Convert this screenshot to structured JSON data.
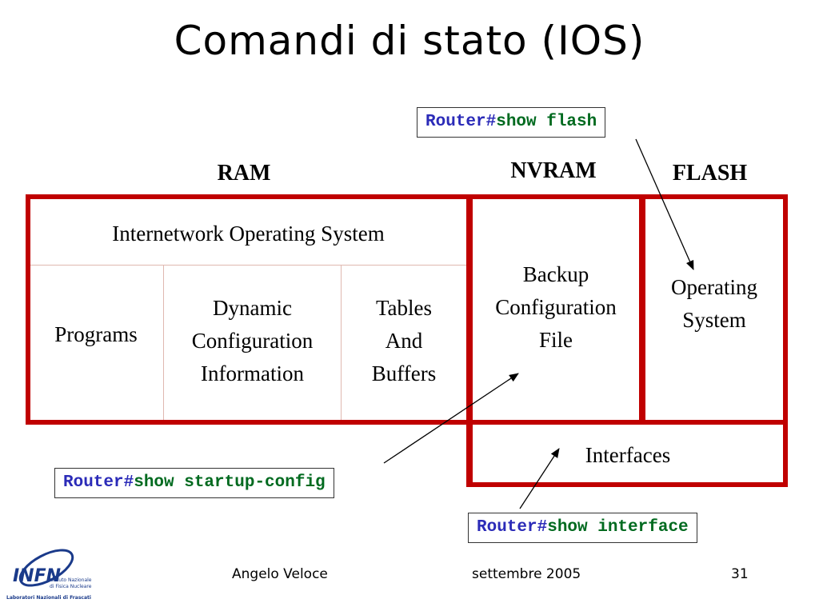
{
  "slide": {
    "title": "Comandi di stato (IOS)",
    "headers": {
      "ram": "RAM",
      "nvram": "NVRAM",
      "flash": "FLASH"
    },
    "ram": {
      "ios": "Internetwork Operating System",
      "programs": "Programs",
      "dynamic": [
        "Dynamic",
        "Configuration",
        "Information"
      ],
      "tables": [
        "Tables",
        "And",
        "Buffers"
      ]
    },
    "nvram": {
      "backup": [
        "Backup",
        "Configuration",
        "File"
      ]
    },
    "flash": {
      "os": [
        "Operating",
        "System"
      ]
    },
    "interfaces": "Interfaces",
    "commands": {
      "flash": {
        "prompt": "Router#",
        "command": "show flash"
      },
      "startup": {
        "prompt": "Router#",
        "command": "show startup-config"
      },
      "interface": {
        "prompt": "Router#",
        "command": "show interface"
      }
    },
    "footer": {
      "author": "Angelo Veloce",
      "date": "settembre 2005",
      "page": "31"
    },
    "logo": {
      "name": "INFN",
      "line1": "Istituto Nazionale",
      "line2": "di Fisica Nucleare",
      "line3": "Laboratori Nazionali di Frascati"
    },
    "colors": {
      "border": "#c00000",
      "prompt": "#2b2bb8",
      "command": "#006a1f"
    }
  }
}
